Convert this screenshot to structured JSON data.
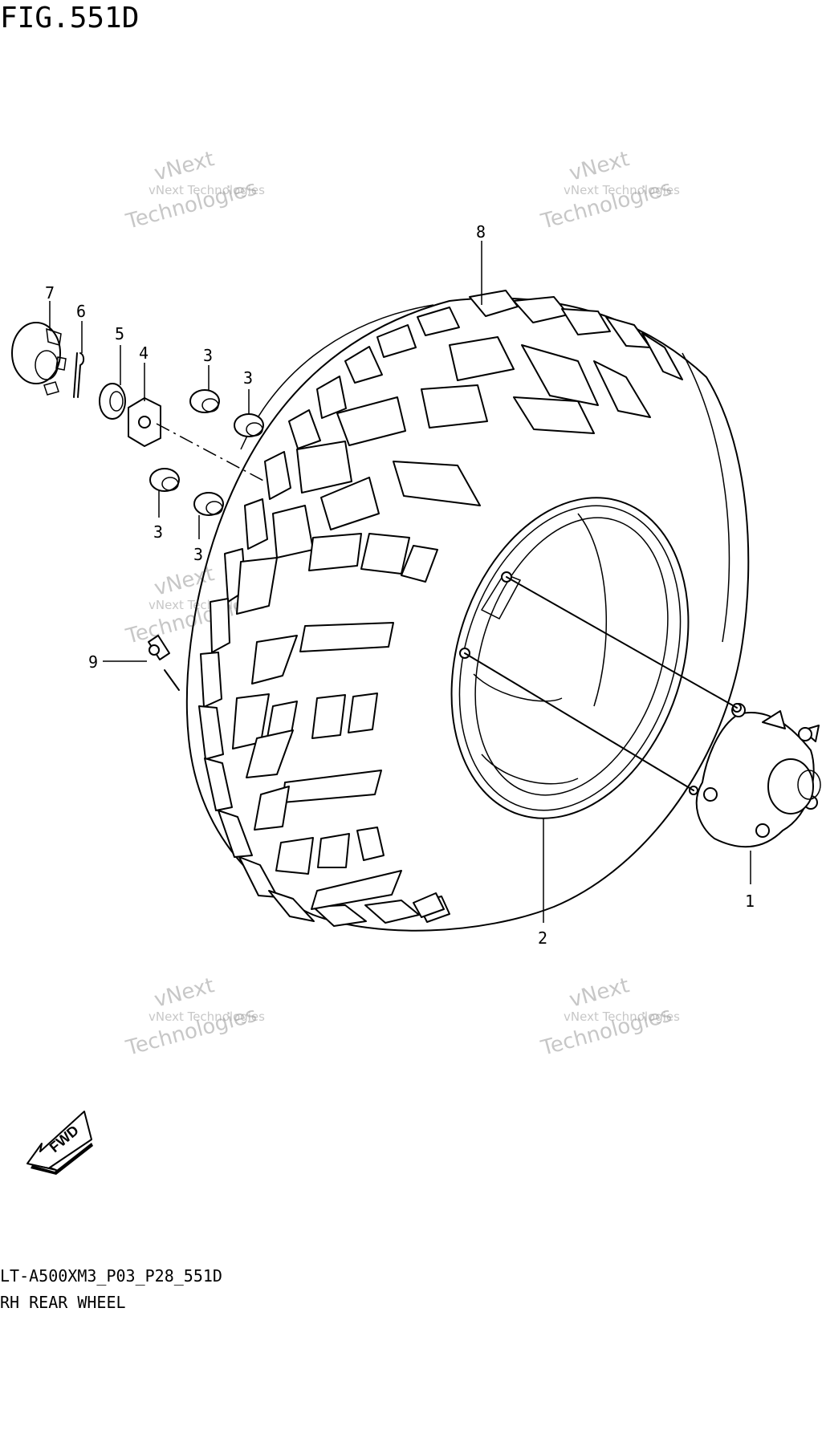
{
  "figure": {
    "title": "FIG.551D",
    "model_code": "LT-A500XM3_P03_P28_551D",
    "caption": "RH REAR WHEEL"
  },
  "callouts": {
    "c1": "1",
    "c2": "2",
    "c3a": "3",
    "c3b": "3",
    "c3c": "3",
    "c3d": "3",
    "c4": "4",
    "c5": "5",
    "c6": "6",
    "c7": "7",
    "c8": "8",
    "c9": "9"
  },
  "direction_marker": {
    "label": "FWD"
  },
  "watermark": {
    "line1": "vNext Technologies",
    "line2": "vNext",
    "line3": "Technologies"
  }
}
